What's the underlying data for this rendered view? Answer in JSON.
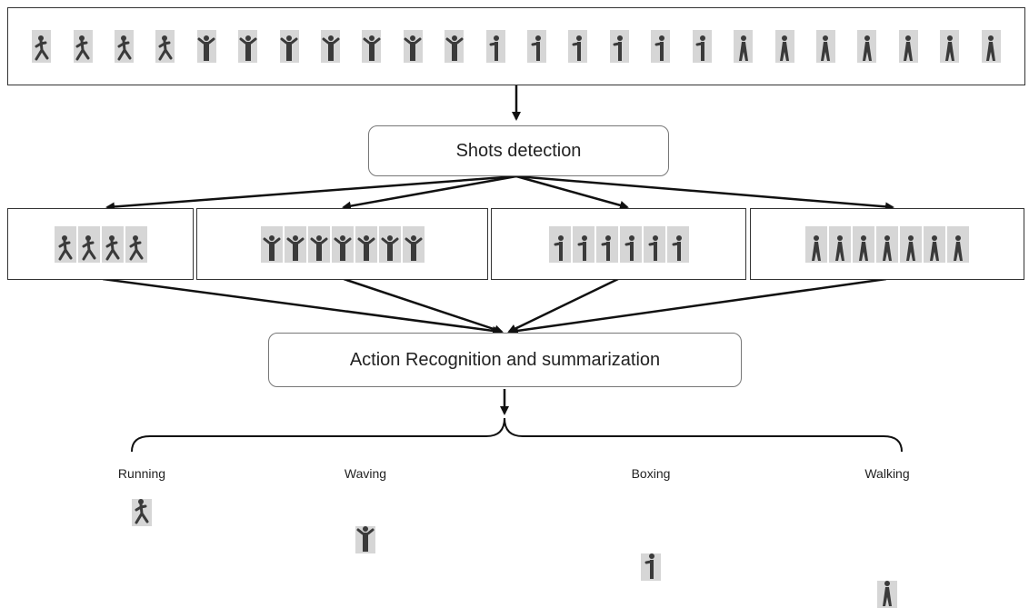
{
  "nodes": {
    "shots_detection": "Shots detection",
    "action_recognition": "Action Recognition and summarization"
  },
  "actions": [
    {
      "name": "Running",
      "icon": "running-figure-icon"
    },
    {
      "name": "Waving",
      "icon": "waving-figure-icon"
    },
    {
      "name": "Boxing",
      "icon": "boxing-figure-icon"
    },
    {
      "name": "Walking",
      "icon": "walking-figure-icon"
    }
  ],
  "input_sequence": [
    "run",
    "run",
    "run",
    "run",
    "wave",
    "wave",
    "wave",
    "wave",
    "wave",
    "wave",
    "wave",
    "box",
    "box",
    "box",
    "box",
    "box",
    "box",
    "walk",
    "walk",
    "walk",
    "walk",
    "walk",
    "walk",
    "walk"
  ],
  "shots": [
    {
      "action": "run",
      "frames": 4
    },
    {
      "action": "wave",
      "frames": 7
    },
    {
      "action": "box",
      "frames": 6
    },
    {
      "action": "walk",
      "frames": 7
    }
  ],
  "colors": {
    "border": "#333333",
    "frame_bg": "#d6d6d6",
    "figure": "#3a3a3a",
    "arrow": "#111111"
  }
}
